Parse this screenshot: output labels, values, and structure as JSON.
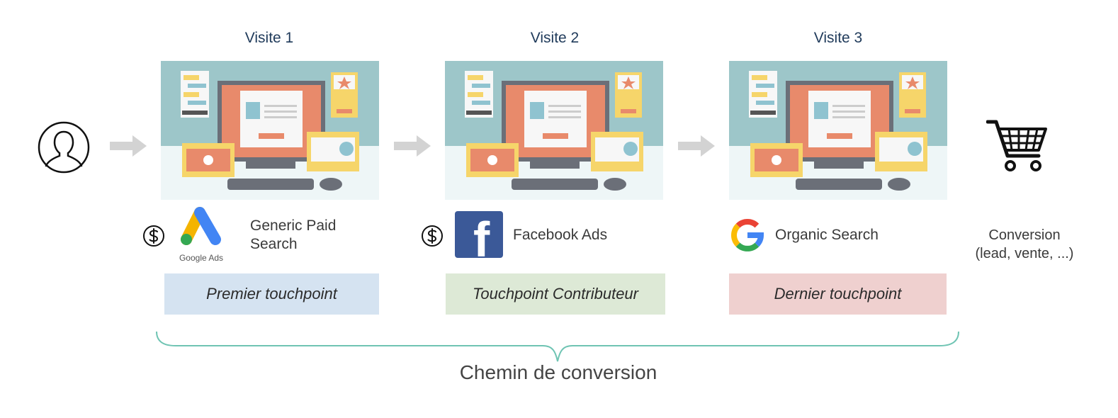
{
  "visits": [
    {
      "title": "Visite 1",
      "source": "Generic Paid Search",
      "touchpoint": "Premier touchpoint",
      "paid": true,
      "logo": "google-ads-logo",
      "touch_color": "#d5e3f1"
    },
    {
      "title": "Visite 2",
      "source": "Facebook Ads",
      "touchpoint": "Touchpoint Contributeur",
      "paid": true,
      "logo": "facebook-logo",
      "touch_color": "#dde9d6"
    },
    {
      "title": "Visite 3",
      "source": "Organic Search",
      "touchpoint": "Dernier touchpoint",
      "paid": false,
      "logo": "google-logo",
      "touch_color": "#efd0cf"
    }
  ],
  "google_ads_caption": "Google Ads",
  "facebook_letter": "f",
  "conversion": {
    "line1": "Conversion",
    "line2": "(lead, vente, ...)"
  },
  "path_label": "Chemin de conversion",
  "colors": {
    "brace": "#6fc4b3",
    "arrow": "#d3d3d3",
    "card_top": "#9dc6c9",
    "card_bottom": "#eef6f7",
    "monitor": "#e88a6b",
    "facebook": "#3b5998"
  }
}
